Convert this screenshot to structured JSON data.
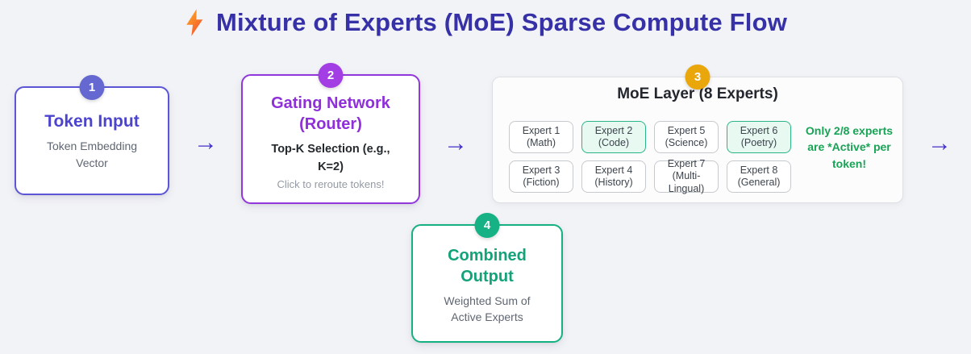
{
  "header": {
    "icon": "lightning-bolt-icon",
    "title": "Mixture of Experts (MoE) Sparse Compute Flow",
    "title_color": "#3731a8"
  },
  "arrows": {
    "glyph": "→",
    "color": "#4230c8"
  },
  "step1": {
    "badge": "1",
    "badge_color": "#6568d0",
    "accent_color": "#5c55d6",
    "title": "Token Input",
    "title_color": "#4c44cd",
    "subtitle": "Token Embedding Vector"
  },
  "step2": {
    "badge": "2",
    "badge_color": "#a23ee4",
    "accent_color": "#9137dc",
    "title": "Gating Network (Router)",
    "title_color": "#8e2fd9",
    "selection": "Top-K Selection (e.g., K=2)",
    "hint": "Click to reroute tokens!"
  },
  "moe": {
    "badge": "3",
    "badge_color": "#e9a70c",
    "title": "MoE Layer (8 Experts)",
    "note": "Only 2/8 experts are *Active* per token!",
    "note_color": "#18a355",
    "active_color": "#2ab586",
    "experts": [
      {
        "name": "Expert 1",
        "domain": "(Math)",
        "active": false
      },
      {
        "name": "Expert 2",
        "domain": "(Code)",
        "active": true
      },
      {
        "name": "Expert 5",
        "domain": "(Science)",
        "active": false
      },
      {
        "name": "Expert 6",
        "domain": "(Poetry)",
        "active": true
      },
      {
        "name": "Expert 3",
        "domain": "(Fiction)",
        "active": false
      },
      {
        "name": "Expert 4",
        "domain": "(History)",
        "active": false
      },
      {
        "name": "Expert 7",
        "domain": "(Multi-Lingual)",
        "active": false
      },
      {
        "name": "Expert 8",
        "domain": "(General)",
        "active": false
      }
    ]
  },
  "step4": {
    "badge": "4",
    "badge_color": "#16b285",
    "accent_color": "#16b183",
    "title": "Combined Output",
    "title_color": "#13a279",
    "subtitle": "Weighted Sum of Active Experts"
  }
}
